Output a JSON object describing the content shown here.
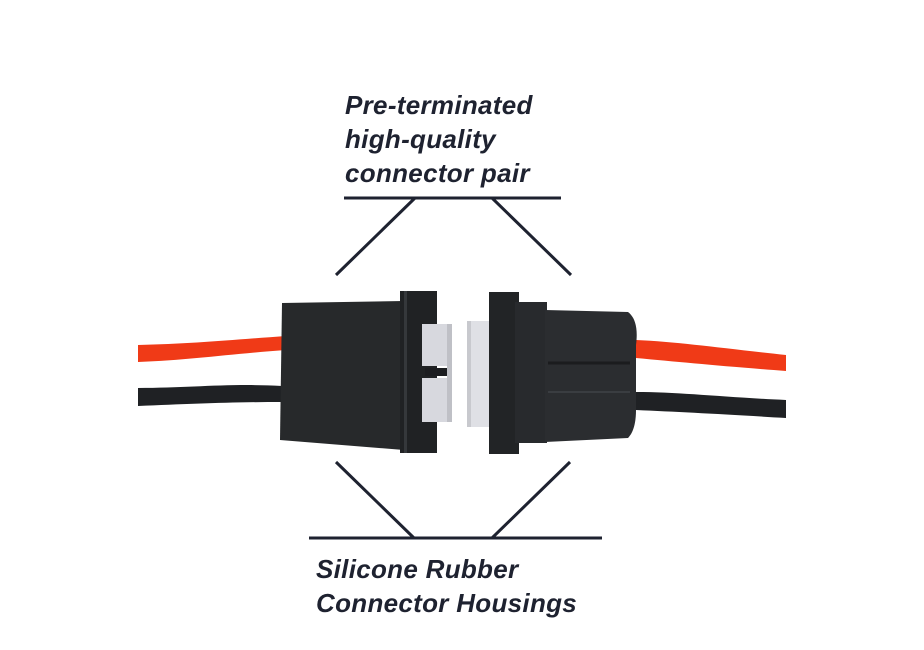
{
  "callouts": {
    "top": {
      "lines": [
        "Pre-terminated",
        "high-quality",
        "connector pair"
      ]
    },
    "bottom": {
      "lines": [
        "Silicone Rubber",
        "Connector Housings"
      ]
    }
  },
  "colors": {
    "text": "#1e2230",
    "line": "#1e2230",
    "red_wire": "#f03a17",
    "black_wire": "#1f2124",
    "housing": "#26282a",
    "contact": "#d9dadf",
    "background": "#ffffff"
  },
  "image": {
    "subject": "Pair of mated-style power connectors with red and black wires, black housings and grey contacts"
  }
}
